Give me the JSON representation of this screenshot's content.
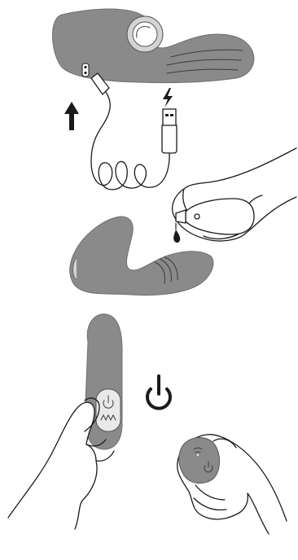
{
  "colors": {
    "device_fill": "#8a8a8a",
    "device_dark": "#6f6f6f",
    "outline": "#1a1a1a",
    "background": "#ffffff",
    "button_fill": "#e9e9e9"
  },
  "panels": [
    {
      "name": "charging",
      "icons": [
        "up-arrow-icon",
        "lightning-icon",
        "usb-plug-icon",
        "charge-port-icon"
      ]
    },
    {
      "name": "lubricant",
      "icons": [
        "lube-bottle-icon",
        "drip-icon"
      ]
    },
    {
      "name": "power-on",
      "icons": [
        "power-icon",
        "vibration-wave-icon",
        "remote-wifi-icon"
      ]
    }
  ]
}
